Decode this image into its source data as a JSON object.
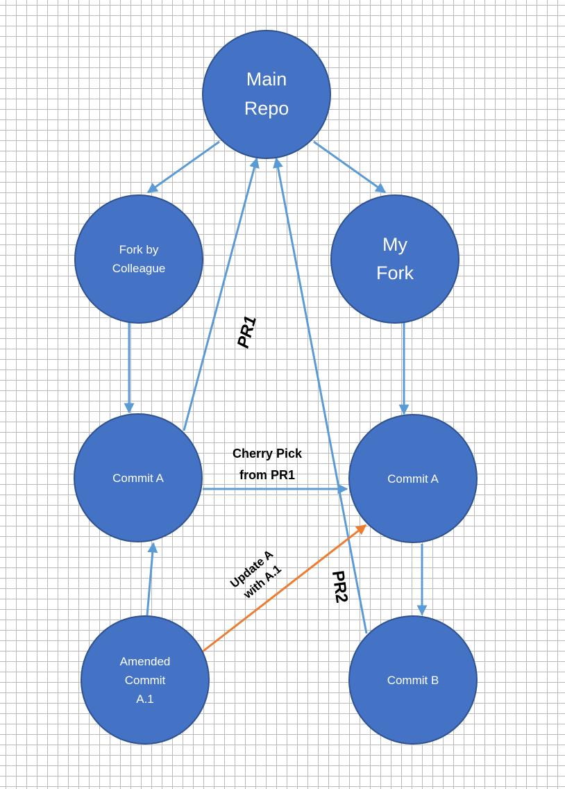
{
  "diagram": {
    "colors": {
      "node_fill": "#4472c4",
      "node_stroke": "#2f528f",
      "edge_blue": "#5b9bd5",
      "edge_orange": "#ed7d31",
      "grid": "#b9b9b9"
    },
    "nodes": {
      "main_repo": {
        "line1": "Main",
        "line2": "Repo"
      },
      "fork_colleague": {
        "line1": "Fork by",
        "line2": "Colleague"
      },
      "my_fork": {
        "line1": "My",
        "line2": "Fork"
      },
      "commit_a_left": {
        "label": "Commit A"
      },
      "commit_a_right": {
        "label": "Commit A"
      },
      "amended_commit": {
        "line1": "Amended",
        "line2": "Commit",
        "line3": "A.1"
      },
      "commit_b": {
        "label": "Commit B"
      }
    },
    "edge_labels": {
      "pr1": "PR1",
      "pr2": "PR2",
      "cherry_pick_line1": "Cherry Pick",
      "cherry_pick_line2": "from PR1",
      "update_line1": "Update A",
      "update_line2": "with A.1"
    }
  }
}
